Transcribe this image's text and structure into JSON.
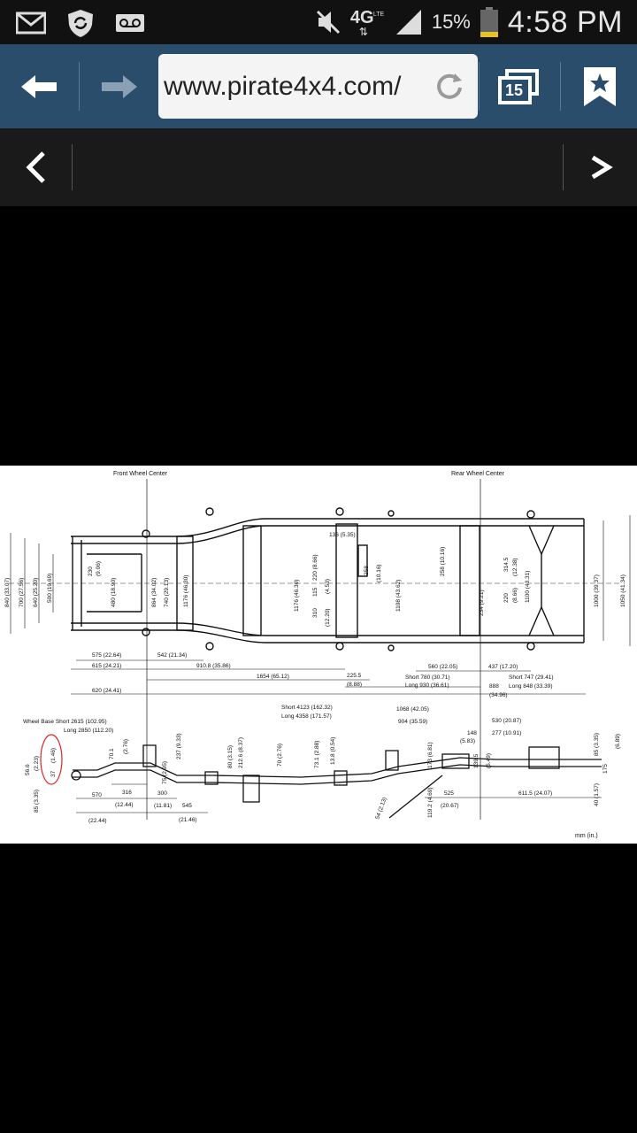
{
  "status_bar": {
    "network": "4G",
    "network_sub": "LTE",
    "battery_pct": "15%",
    "time": "4:58 PM",
    "icons": [
      "mail-icon",
      "shield-sync-icon",
      "voicemail-icon",
      "mute-icon",
      "network-icon",
      "signal-icon",
      "battery-icon"
    ]
  },
  "browser": {
    "url": "www.pirate4x4.com/",
    "tab_count": "15"
  },
  "diagram": {
    "front_wheel_center": "Front Wheel Center",
    "rear_wheel_center": "Rear Wheel Center",
    "units": "mm (in.)",
    "top_view": {
      "left_heights": [
        "840 (33.07)",
        "700 (27.56)",
        "640 (25.20)",
        "500 (19.69)"
      ],
      "front_a": [
        "230",
        "(9.06)",
        "480 (18.90)"
      ],
      "front_b": [
        "864 (34.02)",
        "740 (29.13)",
        "1176 (46.30)"
      ],
      "mid_a": [
        "1176 (46.30)",
        "220 (8.66)",
        "115",
        "(4.53)",
        "310",
        "(12.20)"
      ],
      "mid_b": [
        "136 (5.35)",
        "258",
        "(10.16)",
        "1108 (43.62)"
      ],
      "rear_a": [
        "258 (10.16)",
        "234 (9.21)"
      ],
      "rear_b": [
        "314.5",
        "(12.38)",
        "220",
        "(8.66)",
        "1100 (43.31)"
      ],
      "right_heights": [
        "1000 (39.37)",
        "1050 (41.34)"
      ],
      "bottom_dims": {
        "d575": "575 (22.64)",
        "d615": "615 (24.21)",
        "d542": "542 (21.34)",
        "d910": "910.8 (35.86)",
        "d1654": "1654 (65.12)",
        "d225": "225.5",
        "d225b": "(8.88)",
        "d560": "560 (22.05)",
        "d437": "437 (17.20)",
        "d780": "Short 780 (30.71)",
        "d930": "Long 930 (36.61)",
        "d747": "Short 747 (29.41)",
        "d888": "888",
        "d848": "Long 848 (33.39)",
        "d3496": "(34.96)",
        "d620": "620 (24.41)"
      }
    },
    "side_view": {
      "wheel_base_short": "Wheel Base Short 2615 (102.95)",
      "wheel_base_long": "Long 2850 (112.20)",
      "short_4123": "Short 4123 (162.32)",
      "long_4358": "Long 4358 (171.57)",
      "d1068": "1068 (42.05)",
      "d904": "904 (35.59)",
      "d530": "530 (20.87)",
      "d148": "148",
      "d583": "(5.83)",
      "d277": "277 (10.91)",
      "d566": "56.6",
      "d223": "(2.23)",
      "d146": "(1.46)",
      "d37": "37",
      "d85l": "85 (3.35)",
      "d701": "70.1",
      "d276": "(2.76)",
      "d237": "237 (9.33)",
      "d75": "75 (2.95)",
      "d80": "80 (3.15)",
      "d2126": "212.6 (8.37)",
      "d70": "70 (2.76)",
      "d731": "73.1 (2.88)",
      "d138": "13.8 (0.54)",
      "d173": "173 (6.81)",
      "d139": "139.5",
      "d549": "(5.49)",
      "d85r": "85 (3.35)",
      "d175": "175",
      "d689": "(6.89)",
      "d40": "40 (1.57)",
      "d570": "570",
      "d2244": "(22.44)",
      "d316": "316",
      "d1244": "(12.44)",
      "d300": "300",
      "d1181": "(11.81)",
      "d545": "545",
      "d2146": "(21.46)",
      "d54": "54 (2.13)",
      "d1192": "119.2 (4.69)",
      "d525": "525",
      "d2067": "(20.67)",
      "d6115": "611.5 (24.07)"
    }
  }
}
